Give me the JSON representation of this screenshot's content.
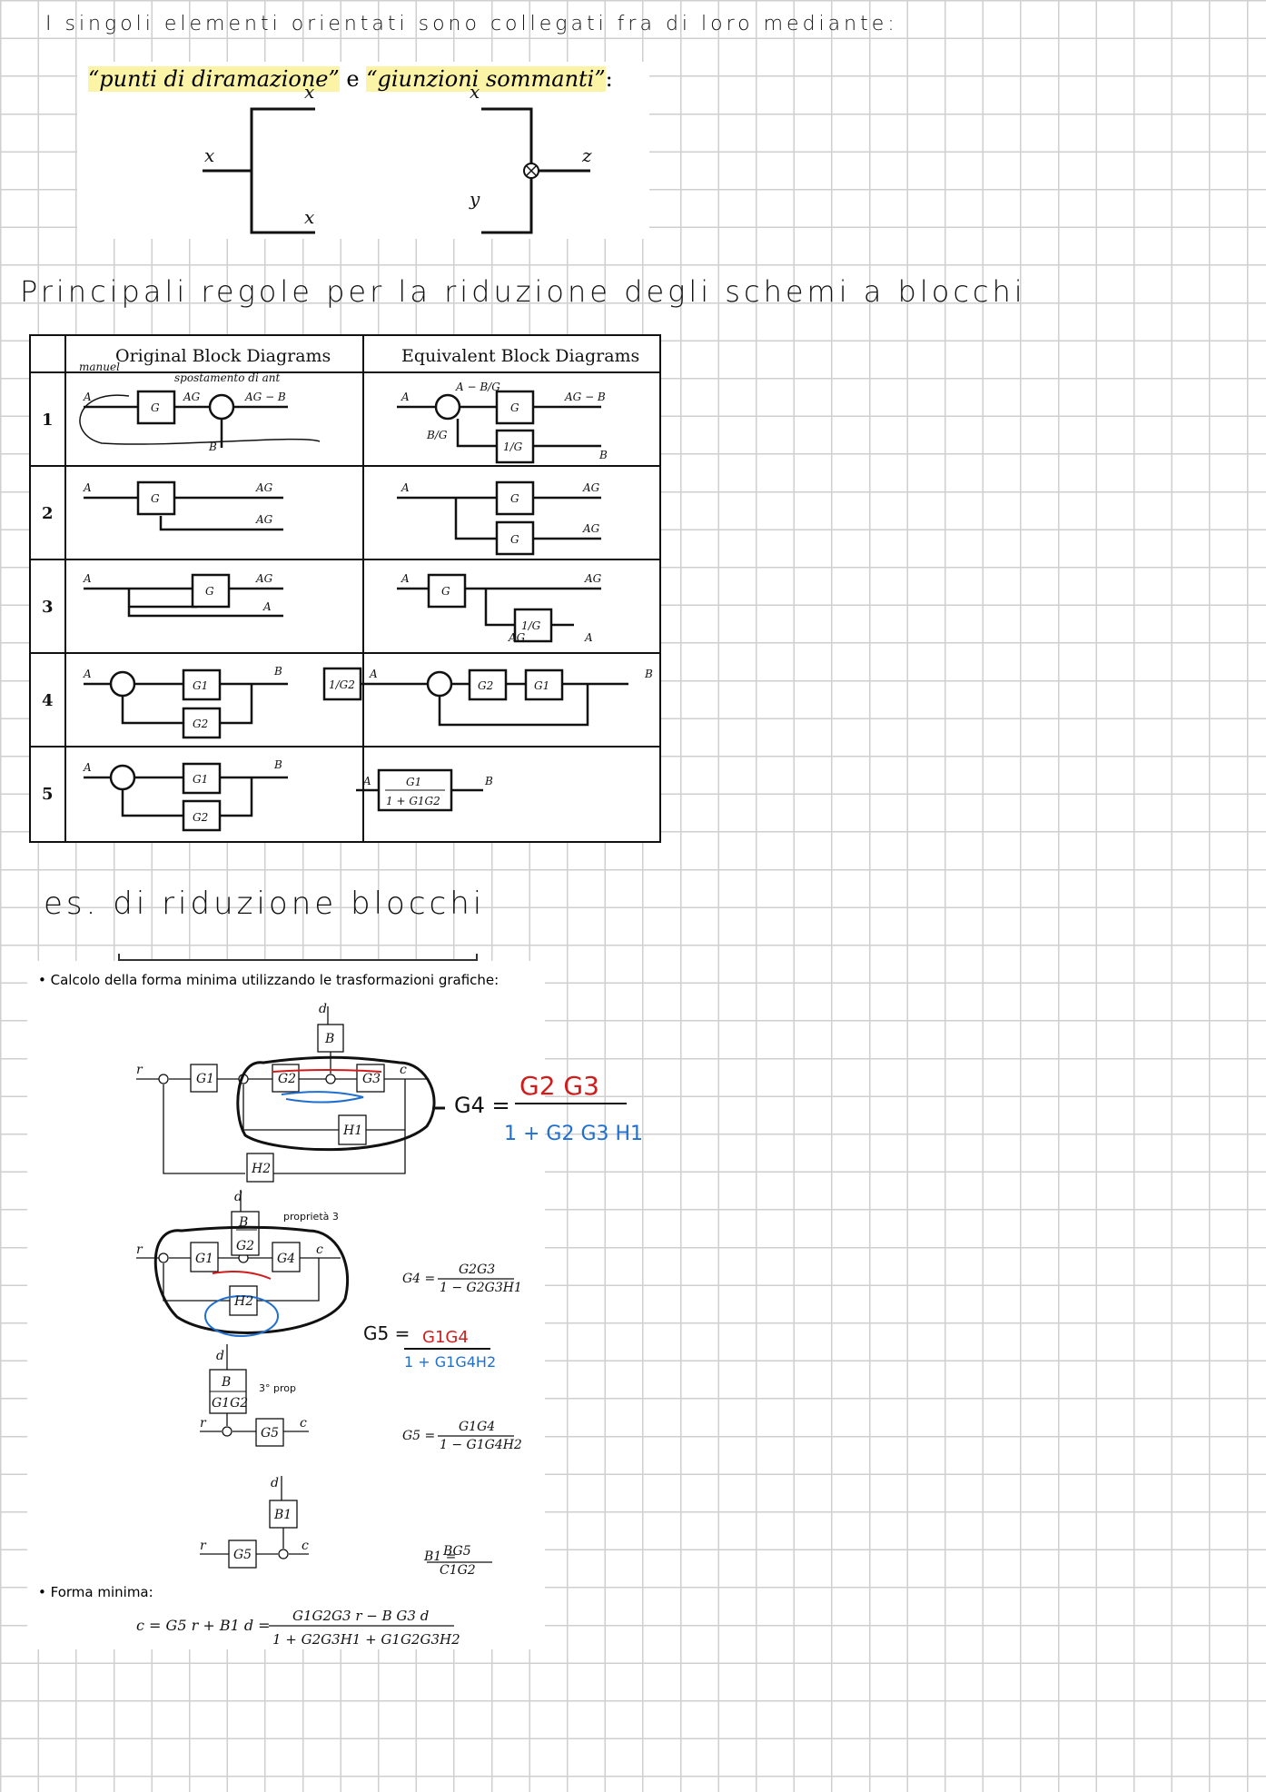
{
  "intro_line": "I singoli elementi orientati sono collegati fra di loro mediante:",
  "figure1": {
    "caption_a": "“punti di diramazione”",
    "caption_and": " e ",
    "caption_b": "“giunzioni sommanti”",
    "caption_end": ":",
    "labels": {
      "x_in": "x",
      "x_top": "x",
      "x_bottom": "x",
      "sum_x": "x",
      "sum_y": "y",
      "sum_z": "z"
    }
  },
  "heading_rules": "Principali regole per la riduzione degli schemi a blocchi",
  "table": {
    "col_original": "Original Block Diagrams",
    "col_equivalent": "Equivalent Block Diagrams",
    "rows": [
      {
        "n": "1",
        "note_a": "manuel",
        "note_b": "spostamento di ant",
        "labels": {
          "A": "A",
          "G": "G",
          "AG": "AG",
          "out": "AG − B",
          "B": "B",
          "eq_A": "A",
          "eq_top": "A − B/G",
          "eq_G": "G",
          "eq_out": "AG − B",
          "eq_BG": "B/G",
          "eq_1G": "1/G",
          "eq_B": "B"
        }
      },
      {
        "n": "2",
        "labels": {
          "A": "A",
          "G": "G",
          "AG1": "AG",
          "AG2": "AG",
          "eq_A": "A",
          "eq_G1": "G",
          "eq_G2": "G",
          "eq_AG1": "AG",
          "eq_AG2": "AG"
        }
      },
      {
        "n": "3",
        "labels": {
          "A": "A",
          "G": "G",
          "AG": "AG",
          "A2": "A",
          "eq_A": "A",
          "eq_G": "G",
          "eq_AG": "AG",
          "eq_AG2": "AG",
          "eq_1G": "1/G",
          "eq_A2": "A"
        }
      },
      {
        "n": "4",
        "labels": {
          "A": "A",
          "G1": "G1",
          "G2": "G2",
          "B": "B",
          "eq_A": "A",
          "eq_1G2": "1/G2",
          "eq_G2": "G2",
          "eq_G1": "G1",
          "eq_B": "B"
        }
      },
      {
        "n": "5",
        "labels": {
          "A": "A",
          "G1": "G1",
          "G2": "G2",
          "B": "B",
          "eq_A": "A",
          "eq_num": "G1",
          "eq_den": "1 + G1G2",
          "eq_B": "B"
        }
      }
    ]
  },
  "heading_example": "es. di riduzione blocchi",
  "example": {
    "bullet1": "Calcolo della forma minima utilizzando le trasformazioni grafiche:",
    "d1": {
      "d": "d",
      "B": "B",
      "r": "r",
      "G1": "G1",
      "G2": "G2",
      "G3": "G3",
      "c": "c",
      "H1": "H1",
      "H2": "H2"
    },
    "hand_g4": {
      "lhs": "G4 =",
      "num": "G2 G3",
      "den": "1 + G2 G3 H1"
    },
    "d2": {
      "d": "d",
      "B": "B",
      "G2": "G2",
      "r": "r",
      "G1": "G1",
      "G4": "G4",
      "c": "c",
      "H2": "H2",
      "note": "proprietà 3"
    },
    "g4_formula": {
      "lhs": "G4 =",
      "num": "G2G3",
      "den": "1 − G2G3H1"
    },
    "hand_g5": {
      "lhs": "G5 =",
      "num": "G1G4",
      "den": "1 + G1G4H2"
    },
    "d3": {
      "d": "d",
      "B": "B",
      "den": "G1G2",
      "r": "r",
      "G5": "G5",
      "c": "c",
      "note": "3° prop"
    },
    "g5_formula": {
      "lhs": "G5 =",
      "num": "G1G4",
      "den": "1 − G1G4H2"
    },
    "d4": {
      "d": "d",
      "B1": "B1",
      "r": "r",
      "G5": "G5",
      "c": "c"
    },
    "b1_formula": {
      "lhs": "B1 =",
      "num": "BG5",
      "den": "C1G2"
    },
    "bullet2": "Forma minima:",
    "final": {
      "lhs": "c = G5 r + B1 d =",
      "num": "G1G2G3 r − B G3 d",
      "den": "1 + G2G3H1 + G1G2G3H2"
    }
  },
  "colors": {
    "red": "#d01c1c",
    "blue": "#1f6fd0",
    "highlight": "#fbf3a6"
  }
}
